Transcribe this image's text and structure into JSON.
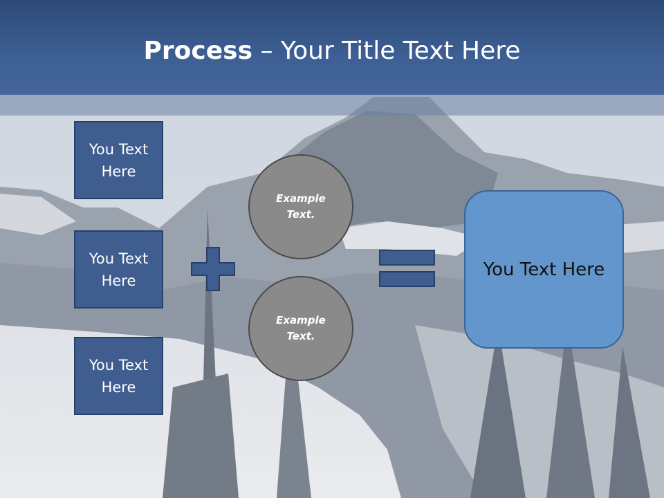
{
  "title": {
    "bold": "Process",
    "rest": " – Your Title Text Here"
  },
  "left_boxes": [
    {
      "label": "You Text Here"
    },
    {
      "label": "You Text Here"
    },
    {
      "label": "You Text Here"
    }
  ],
  "circles": [
    {
      "label": "Example Text."
    },
    {
      "label": "Example Text."
    }
  ],
  "operators": {
    "plus": "plus-icon",
    "equals": "equals-icon"
  },
  "result": {
    "label": "You Text Here"
  },
  "colors": {
    "header": "#3d5f93",
    "box_fill": "#3f5e8f",
    "circle_fill": "#8a8a8a",
    "result_fill": "#6396cc"
  }
}
